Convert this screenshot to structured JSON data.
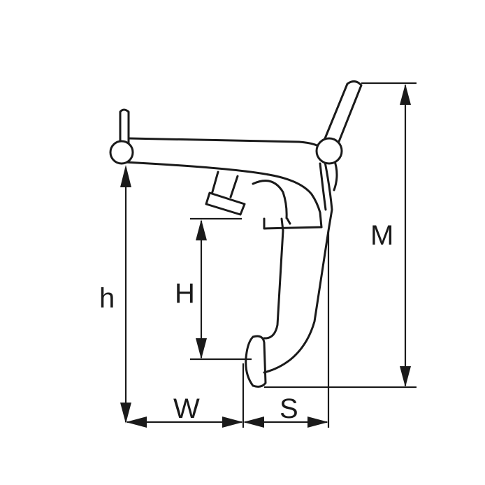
{
  "dimensions": {
    "h": "h",
    "H": "H",
    "W": "W",
    "S": "S",
    "M": "M"
  },
  "colors": {
    "line": "#1a1a1a",
    "background": "#ffffff"
  }
}
